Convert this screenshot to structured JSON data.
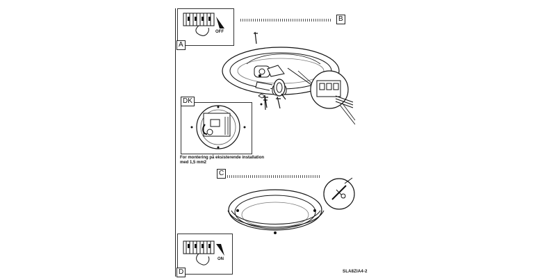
{
  "labels": {
    "a": "A",
    "b": "B",
    "c": "C",
    "d": "D",
    "dk": "DK"
  },
  "states": {
    "off": "OFF",
    "on": "ON"
  },
  "note": {
    "line1": "For montering på eksisterende installation",
    "line2": "med 1,5 mm2"
  },
  "code": "SLA8ZIA4-2"
}
